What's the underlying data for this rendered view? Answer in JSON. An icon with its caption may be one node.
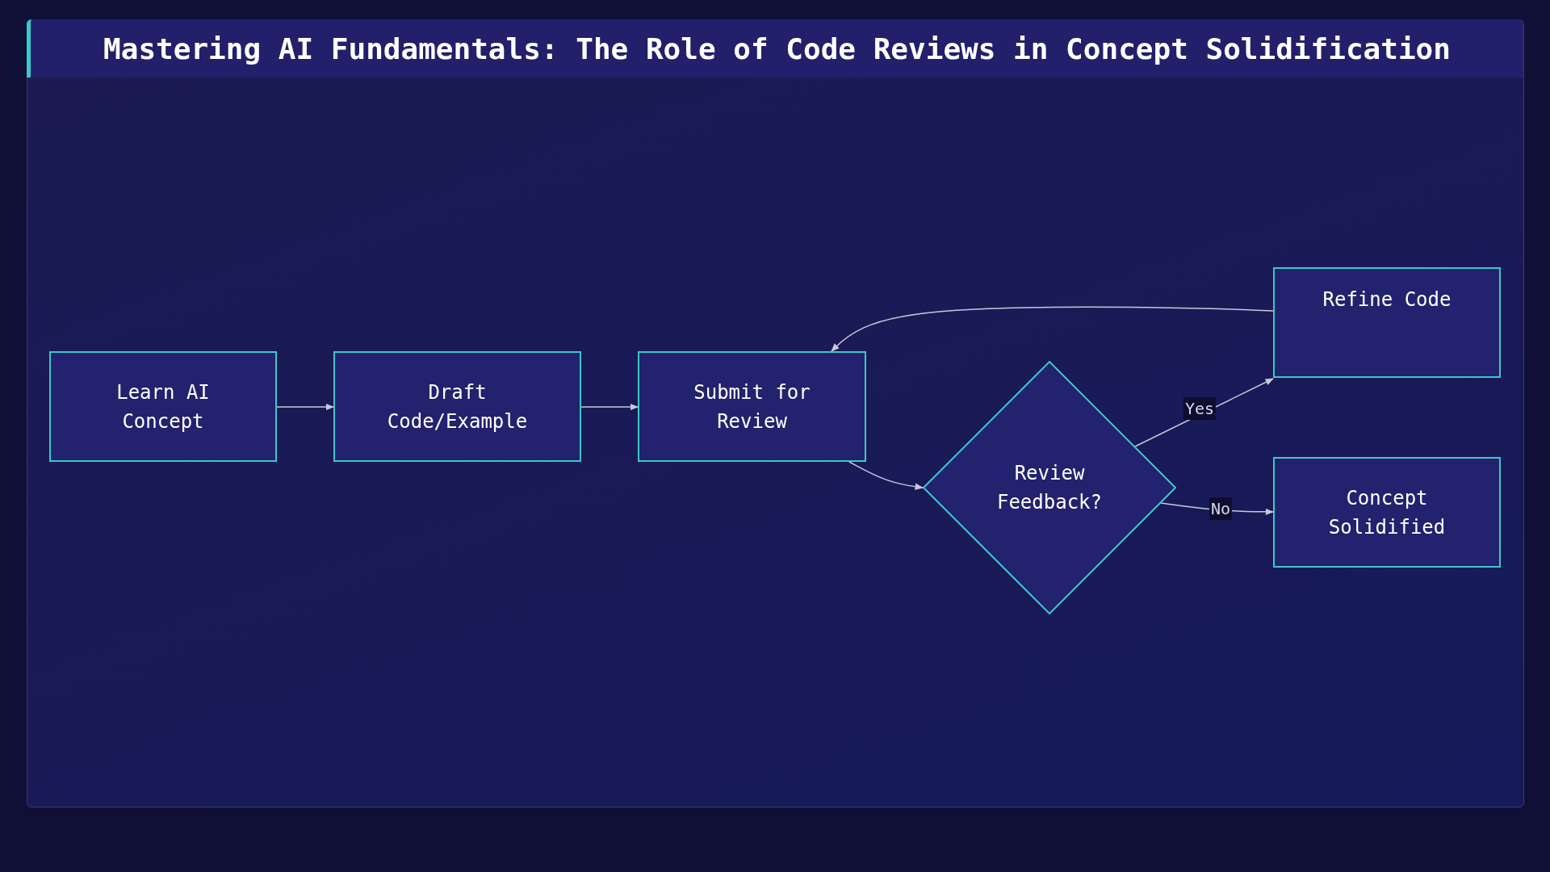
{
  "diagram": {
    "title": "Mastering AI Fundamentals: The Role of Code Reviews in Concept Solidification",
    "nodes": [
      {
        "text": [
          "Learn AI Concept"
        ]
      },
      {
        "text": [
          "Draft Code/Example"
        ]
      },
      {
        "text": [
          "Submit for Review"
        ]
      },
      {
        "text": [
          "Review Feedback?"
        ]
      },
      {
        "text": [
          "Refine Code"
        ]
      },
      {
        "text": [
          "Concept Solidified"
        ]
      }
    ],
    "edges": [
      {
        "from": 0,
        "to": 1,
        "arrow": "to"
      },
      {
        "from": 1,
        "to": 2,
        "arrow": "to"
      },
      {
        "from": 2,
        "to": 3,
        "arrow": "to"
      },
      {
        "from": 3,
        "to": 4,
        "arrow": "to",
        "label": "Yes"
      },
      {
        "from": 3,
        "to": 5,
        "arrow": "to",
        "label": "No"
      },
      {
        "from": 4,
        "to": 2,
        "arrow": "to"
      }
    ]
  }
}
